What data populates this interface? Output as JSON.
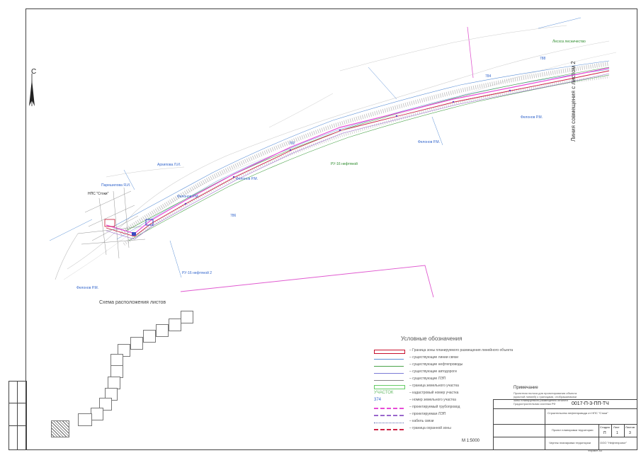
{
  "sheet": {
    "stamp_code": "0017-П-3-ПП-ТЧ",
    "scale": "М 1:5000",
    "orientation": "С",
    "scheme_title": "Схема расположения листов",
    "legend_title": "Условные обозначения",
    "notes_title": "Примечание",
    "notes_text": [
      "Проектная полоса для проектирования объекта",
      "(красной линией) с границами, отображаемыми",
      "зоны планируемого размещения объекта",
      "Градостроительная система РФ"
    ],
    "edge_label": "Линия совмещения с листом 2"
  },
  "map_labels": {
    "forest_1": "Лесхоз лесничество",
    "forest_2": "Фелонов Р.М.",
    "forest_3": "Фелонов Р.М.",
    "forest_4": "Фелонов Р.М.",
    "forest_5": "Фелонов Р.М.",
    "forest_6": "Фелонов Р.М.",
    "owner_1": "Архипова Л.И.",
    "owner_2": "Парешилова Я.И.",
    "station": "НПС \"Стоки\"",
    "wells_label": "РУ-16 нефтяной",
    "wells_2": "РУ-16 нефтяной 2",
    "lot_1": "788",
    "lot_2": "784",
    "lot_3": "786",
    "lot_4": "792"
  },
  "legend": [
    {
      "color": "#c8102e",
      "kind": "box",
      "text": "– Граница зоны планируемого размещения линейного объекта"
    },
    {
      "color": "#5a8fd6",
      "kind": "line",
      "text": "– существующие линии связи"
    },
    {
      "color": "#4aa34a",
      "kind": "line",
      "text": "– существующие нефтепроводы"
    },
    {
      "color": "#7b7bd6",
      "kind": "line",
      "text": "– существующие автодороги"
    },
    {
      "color": "#888888",
      "kind": "line",
      "text": "– существующие ЛЭП"
    },
    {
      "color": "#66cc66",
      "kind": "box",
      "text": "– граница земельного участка"
    },
    {
      "color": "#66bb66",
      "kind": "text",
      "sample": "УЧАСТОК",
      "text": "– кадастровый номер участка"
    },
    {
      "color": "#3366cc",
      "kind": "text",
      "sample": "374",
      "text": "– номер земельного участка"
    },
    {
      "color": "#e64bd6",
      "kind": "dash",
      "text": "– проектируемый трубопровод"
    },
    {
      "color": "#9966cc",
      "kind": "dash",
      "text": "– проектируемая ЛЭП"
    },
    {
      "color": "#5566aa",
      "kind": "dashdot",
      "text": "– кабель связи"
    },
    {
      "color": "#cc2244",
      "kind": "dash",
      "text": "– граница охранной зоны"
    }
  ],
  "title_block": {
    "code": "0017-П-3-ПП-ТЧ",
    "object": "Строительство нефтепровода от НПС \"Стоки\"",
    "sheet_name": "Проект планировки территории",
    "sheet_sub": "Чертеж планировки территории",
    "company": "ООО \"Нефтепроект\"",
    "stage_label": "Стадия",
    "sheet_label": "Лист",
    "sheets_label": "Листов",
    "stage": "П",
    "sheet": "1",
    "sheets": "3",
    "format": "Формат А3"
  }
}
